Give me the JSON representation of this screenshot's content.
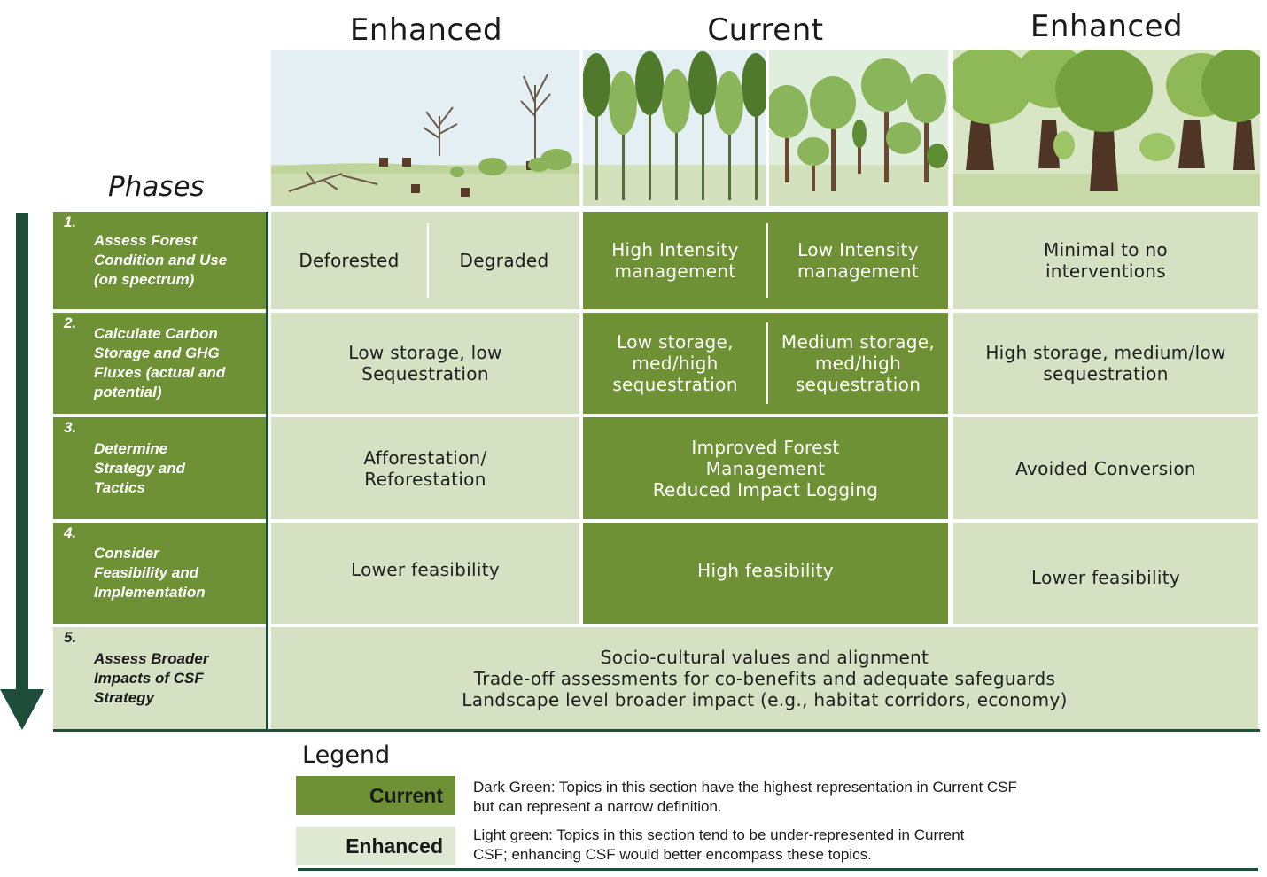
{
  "column_headers": {
    "left": "Enhanced",
    "center": "Current",
    "right": "Enhanced"
  },
  "phases_title": "Phases",
  "phases": [
    {
      "num": "1.",
      "label": "Assess Forest\nCondition and Use\n(on spectrum)"
    },
    {
      "num": "2.",
      "label": "Calculate Carbon\nStorage and GHG\nFluxes (actual and\npotential)"
    },
    {
      "num": "3.",
      "label": "Determine\nStrategy and\nTactics"
    },
    {
      "num": "4.",
      "label": "Consider\nFeasibility and\nImplementation"
    },
    {
      "num": "5.",
      "label": "Assess Broader\nImpacts of CSF\nStrategy"
    }
  ],
  "rows": {
    "r1": {
      "left_a": "Deforested",
      "left_b": "Degraded",
      "center_a": "High Intensity\nmanagement",
      "center_b": "Low Intensity\nmanagement",
      "right": "Minimal to no\ninterventions"
    },
    "r2": {
      "left": "Low storage, low\nSequestration",
      "center_a": "Low storage,\nmed/high\nsequestration",
      "center_b": "Medium storage,\nmed/high\nsequestration",
      "right": "High storage, medium/low\nsequestration"
    },
    "r3": {
      "left": "Afforestation/\nReforestation",
      "center": "Improved Forest\nManagement\nReduced Impact Logging",
      "right": "Avoided Conversion"
    },
    "r4": {
      "left": "Lower feasibility",
      "center": "High feasibility",
      "right": "Lower feasibility"
    },
    "r5": {
      "span": "Socio-cultural values and alignment\nTrade-off assessments for co-benefits and adequate safeguards\nLandscape level broader impact (e.g., habitat corridors, economy)"
    }
  },
  "legend": {
    "title": "Legend",
    "current_label": "Current",
    "current_text": "Dark Green: Topics in this section have the highest representation in Current CSF\nbut can represent a narrow definition.",
    "enhanced_label": "Enhanced",
    "enhanced_text": "Light green: Topics in this section tend to be under-represented in Current\nCSF; enhancing CSF would better encompass these topics."
  },
  "colors": {
    "dark_green": "#6d9134",
    "light_green": "#d6e1c4",
    "arrow": "#1e4d3a"
  }
}
